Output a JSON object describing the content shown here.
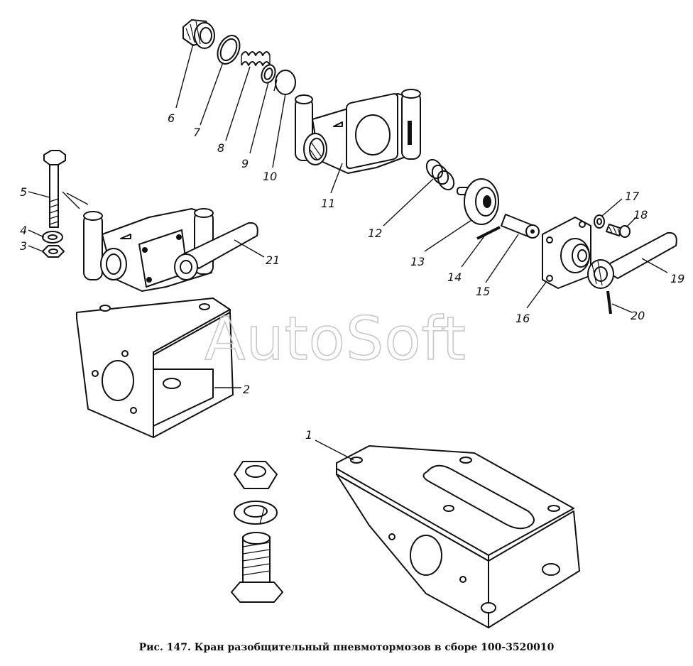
{
  "watermark": "AutoSoft",
  "caption": "Рис. 147. Кран разобщительный пневмотормозов в сборе 100-3520010",
  "callouts": {
    "n1": "1",
    "n2": "2",
    "n3": "3",
    "n4": "4",
    "n5": "5",
    "n6": "6",
    "n7": "7",
    "n8": "8",
    "n9": "9",
    "n10": "10",
    "n11": "11",
    "n12": "12",
    "n13": "13",
    "n14": "14",
    "n15": "15",
    "n16": "16",
    "n17": "17",
    "n18": "18",
    "n19": "19",
    "n20": "20",
    "n21": "21"
  }
}
